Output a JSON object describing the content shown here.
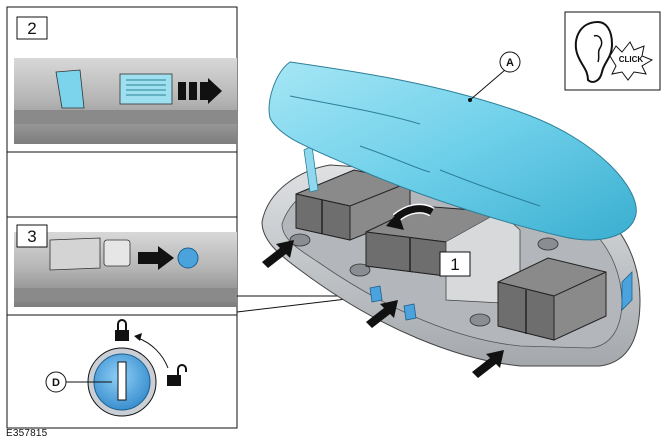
{
  "figure": {
    "id": "E357815",
    "callouts": {
      "step2": "2",
      "step3": "3",
      "step1": "1",
      "part_a": "A",
      "part_d": "D"
    },
    "sound_cue": {
      "text": "CLICK",
      "icon": "ear-icon"
    },
    "icons": [
      "arrow-icon",
      "lock-closed-icon",
      "lock-open-icon",
      "key-cylinder-icon"
    ],
    "colors": {
      "box_blue": "#6fd0ea",
      "box_blue_dark": "#3aaed0",
      "tray_gray": "#c9cccf",
      "luggage_dark": "#6e6e6e",
      "luggage_mid": "#8a8a8a",
      "lock_blue": "#4aa3dc"
    }
  }
}
